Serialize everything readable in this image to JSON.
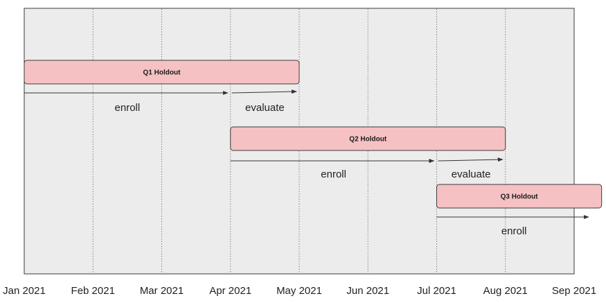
{
  "colors": {
    "background": "#ececec",
    "bar_fill": "#f6c1c3",
    "frame": "#3a3a3a"
  },
  "x_axis": {
    "ticks": [
      "Jan 2021",
      "Feb 2021",
      "Mar 2021",
      "Apr 2021",
      "May 2021",
      "Jun 2021",
      "Jul 2021",
      "Aug 2021",
      "Sep 2021"
    ]
  },
  "holdouts": [
    {
      "label": "Q1 Holdout",
      "bar": {
        "start": 0,
        "end": 4
      },
      "phases": [
        {
          "label": "enroll",
          "start": 0,
          "end": 3
        },
        {
          "label": "evaluate",
          "start": 3,
          "end": 4
        }
      ]
    },
    {
      "label": "Q2 Holdout",
      "bar": {
        "start": 3,
        "end": 7
      },
      "phases": [
        {
          "label": "enroll",
          "start": 3,
          "end": 6
        },
        {
          "label": "evaluate",
          "start": 6,
          "end": 7
        }
      ]
    },
    {
      "label": "Q3 Holdout",
      "bar": {
        "start": 6,
        "end": 8.4
      },
      "phases": [
        {
          "label": "enroll",
          "start": 6,
          "end": 8.25
        }
      ]
    }
  ]
}
